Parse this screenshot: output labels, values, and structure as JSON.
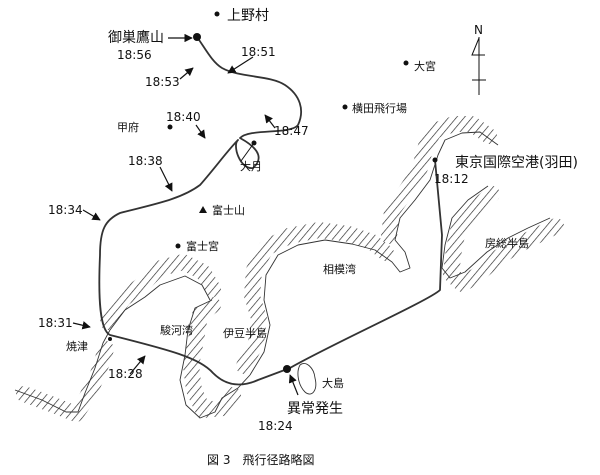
{
  "places": {
    "crash_site": "御巣鷹山",
    "uenomura": "上野村",
    "omiya": "大宮",
    "yokota": "横田飛行場",
    "kofu": "甲府",
    "otsuki": "大月",
    "fujisan": "富士山",
    "fujinomiya": "富士宮",
    "yaizu": "焼津",
    "haneda": "東京国際空港(羽田)",
    "oshima": "大島",
    "anomaly": "異常発生"
  },
  "regions": {
    "suruga_bay": "駿河湾",
    "izu_peninsula": "伊豆半島",
    "sagami_bay": "相模湾",
    "boso_peninsula": "房総半島"
  },
  "times": {
    "t1856": "18:56",
    "t1853": "18:53",
    "t1851": "18:51",
    "t1847": "18:47",
    "t1840": "18:40",
    "t1838": "18:38",
    "t1834": "18:34",
    "t1831": "18:31",
    "t1828": "18:28",
    "t1824": "18:24",
    "t1812": "18:12"
  },
  "compass": {
    "label": "N"
  },
  "caption": "図 3　飛行径路略図",
  "colors": {
    "ink": "#111111",
    "background": "#ffffff"
  }
}
